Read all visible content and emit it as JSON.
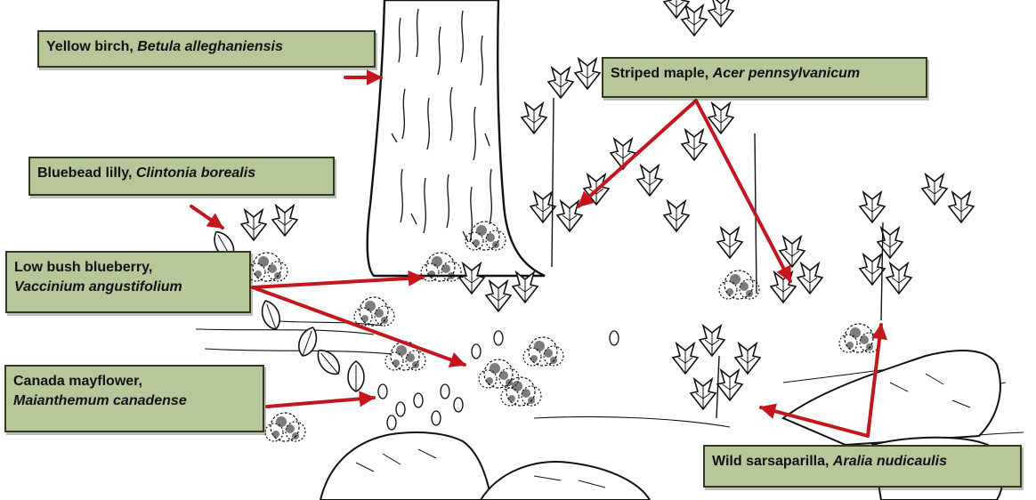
{
  "colors": {
    "label_fill": "#b7c79a",
    "label_border": "#2f3a1f",
    "arrow": "#c4161c",
    "ink": "#111111"
  },
  "labels": {
    "yellow_birch": {
      "common": "Yellow birch, ",
      "scientific": "Betula alleghaniensis"
    },
    "striped_maple": {
      "common": "Striped maple, ",
      "scientific": "Acer pennsylvanicum"
    },
    "bluebead_lilly": {
      "common": "Bluebead lilly, ",
      "scientific": "Clintonia borealis"
    },
    "low_bush_blueberry": {
      "common": "Low bush blueberry,",
      "scientific": "Vaccinium angustifolium"
    },
    "canada_mayflower": {
      "common": "Canada mayflower,",
      "scientific": "Maianthemum canadense"
    },
    "wild_sarsaparilla": {
      "common": "Wild sarsaparilla, ",
      "scientific": "Aralia nudicaulis"
    }
  }
}
